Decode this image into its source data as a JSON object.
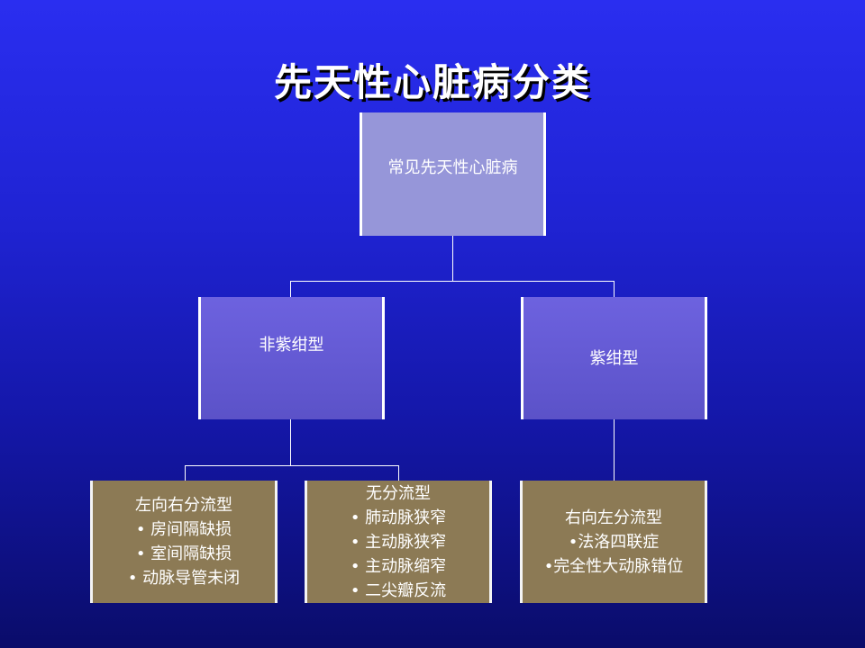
{
  "title": "先天性心脏病分类",
  "root": {
    "label": "常见先天性心脏病"
  },
  "acyanotic": {
    "label": "非紫绀型",
    "children": [
      {
        "heading": "左向右分流型",
        "items": [
          "• 房间隔缺损",
          "• 室间隔缺损",
          "• 动脉导管未闭"
        ]
      },
      {
        "heading": "无分流型",
        "items": [
          "• 肺动脉狭窄",
          "• 主动脉狭窄",
          "• 主动脉缩窄",
          "• 二尖瓣反流"
        ]
      }
    ]
  },
  "cyanotic": {
    "label": "紫绀型",
    "children": [
      {
        "heading": "右向左分流型",
        "items": [
          "•法洛四联症",
          "•完全性大动脉错位"
        ]
      }
    ]
  },
  "colors": {
    "background_top": "#2a2ef0",
    "background_bottom": "#0a0c6a",
    "root_fill": "#9696d9",
    "category_fill": "#6258d4",
    "leaf_fill": "#8c7a55",
    "text": "#ffffff"
  }
}
